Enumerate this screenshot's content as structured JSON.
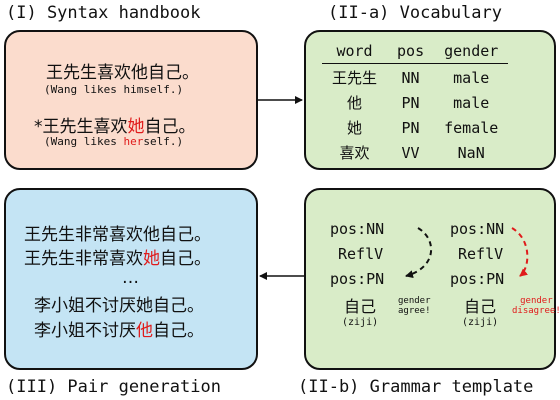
{
  "titles": {
    "handbook": "(I) Syntax handbook",
    "vocab": "(II-a) Vocabulary",
    "pairs": "(III) Pair generation",
    "template": "(II-b) Grammar template"
  },
  "handbook": {
    "good_sentence": "王先生喜欢他自己。",
    "good_gloss": "(Wang likes himself.)",
    "bad_prefix": "*王先生喜欢",
    "bad_red": "她",
    "bad_suffix": "自己。",
    "bad_gloss_prefix": "(Wang likes ",
    "bad_gloss_red": "her",
    "bad_gloss_suffix": "self.)"
  },
  "vocab": {
    "headers": [
      "word",
      "pos",
      "gender"
    ],
    "rows": [
      [
        "王先生",
        "NN",
        "male"
      ],
      [
        "他",
        "PN",
        "male"
      ],
      [
        "她",
        "PN",
        "female"
      ],
      [
        "喜欢",
        "VV",
        "NaN"
      ]
    ]
  },
  "pairs": {
    "line1": "王先生非常喜欢他自己。",
    "line2_prefix": "王先生非常喜欢",
    "line2_red": "她",
    "line2_suffix": "自己。",
    "ellipsis": "…",
    "line4": "李小姐不讨厌她自己。",
    "line5_prefix": "李小姐不讨厌",
    "line5_red": "他",
    "line5_suffix": "自己。"
  },
  "template": {
    "left": {
      "pos1": "pos:NN",
      "refl": "ReflV",
      "pos2": "pos:PN",
      "ziji": "自己",
      "ziji_gloss": "(ziji)",
      "note1": "gender",
      "note2": "agree!"
    },
    "right": {
      "pos1": "pos:NN",
      "refl": "ReflV",
      "pos2": "pos:PN",
      "ziji": "自己",
      "ziji_gloss": "(ziji)",
      "note1": "gender",
      "note2": "disagree!"
    }
  },
  "colors": {
    "handbook_bg": "#fbdccd",
    "vocab_bg": "#d9ecc8",
    "template_bg": "#d9ecc8",
    "pairs_bg": "#c4e4f4",
    "red": "#e01b1b"
  }
}
